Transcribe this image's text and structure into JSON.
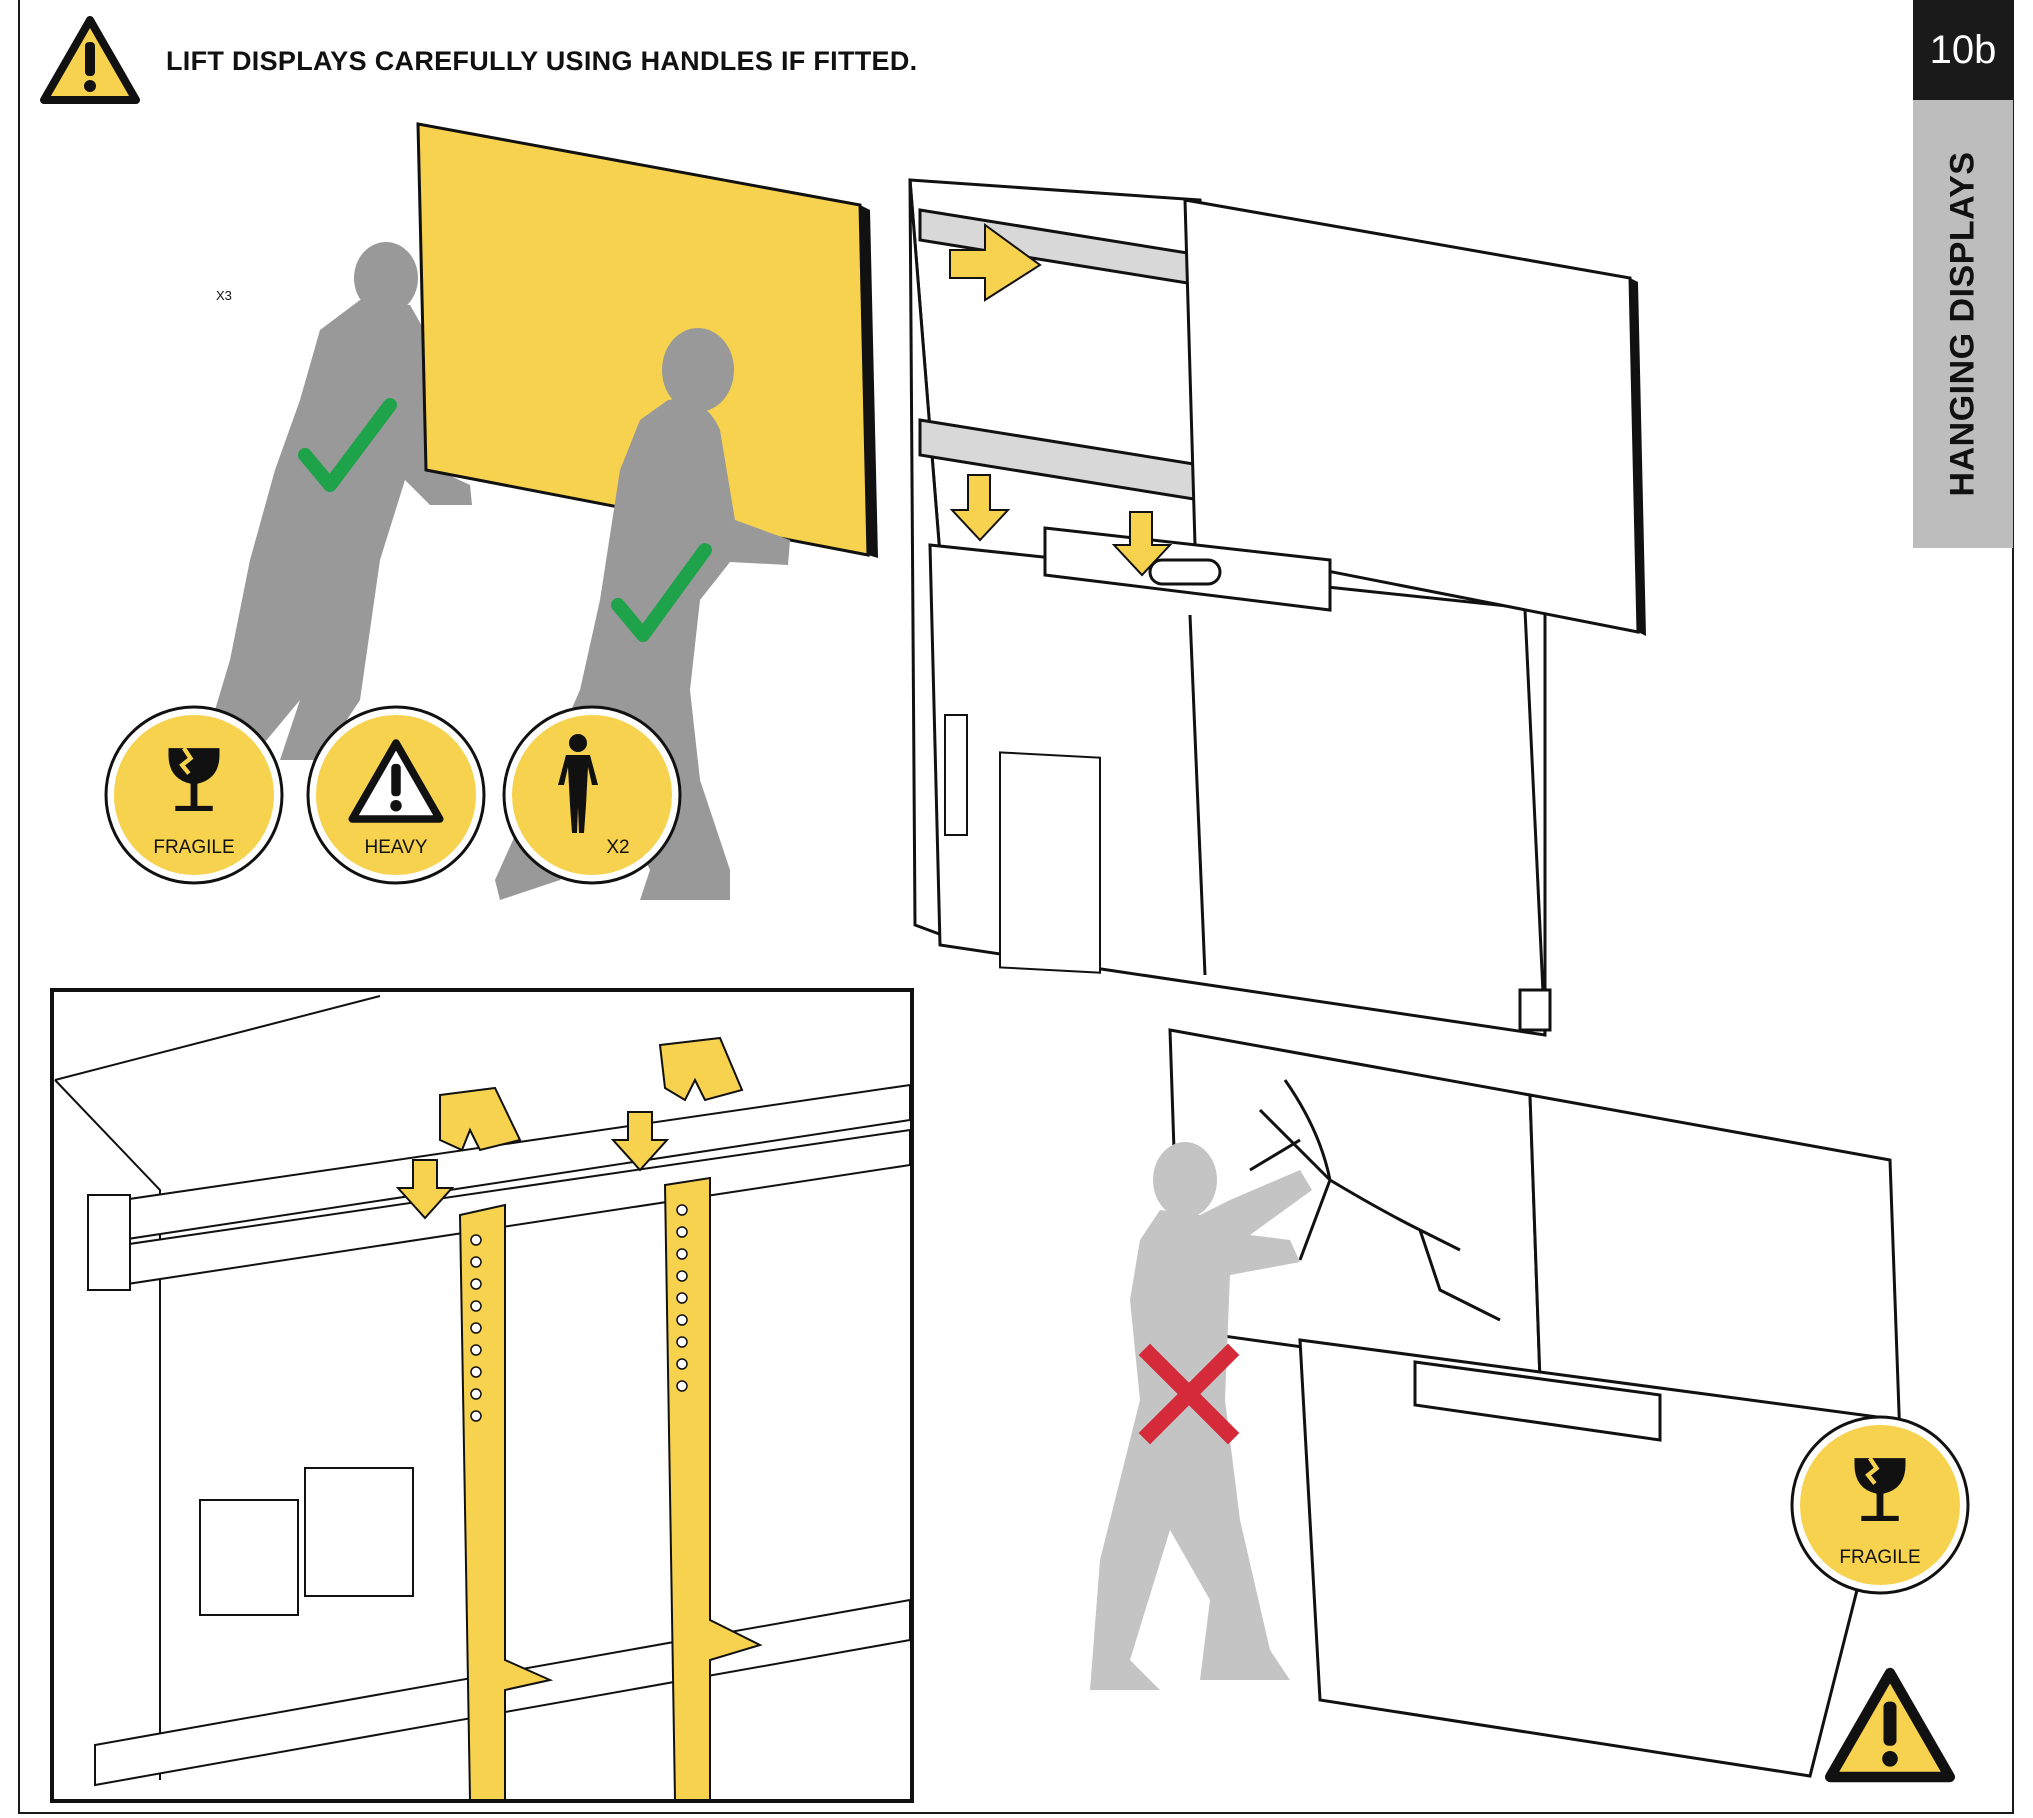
{
  "header": {
    "warning_text": "LIFT DISPLAYS CAREFULLY USING HANDLES IF FITTED."
  },
  "page_number": "10b",
  "section_title": "HANGING DISPLAYS",
  "qty_label": "X3",
  "badges": {
    "fragile": "FRAGILE",
    "heavy": "HEAVY",
    "people": "X2",
    "fragile_bottom": "FRAGILE"
  },
  "icons": [
    "warning-triangle-icon",
    "fragile-glass-icon",
    "person-icon",
    "check-mark-icon",
    "cross-mark-icon",
    "arrow-icon"
  ],
  "colors": {
    "accent_yellow": "#f7d24f",
    "silhouette_gray": "#999999",
    "check_green": "#1ea34a",
    "cross_red": "#d42a3a",
    "tab_dark": "#1a1a1a",
    "tab_gray": "#bdbdbd"
  }
}
